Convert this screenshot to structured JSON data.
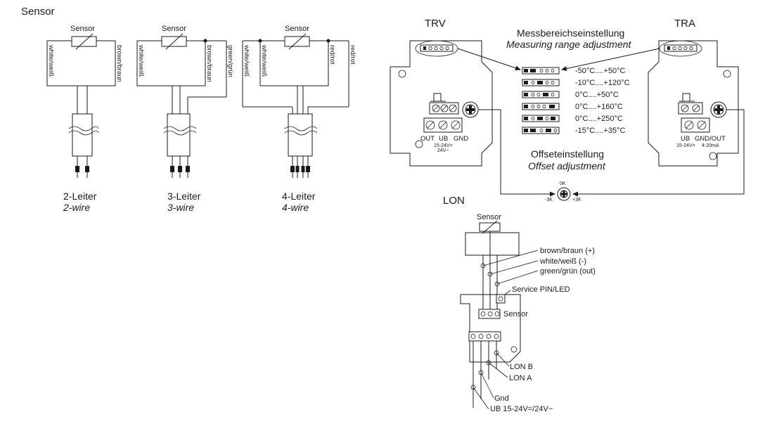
{
  "sensor_section": {
    "title": "Sensor",
    "variants": [
      {
        "label_de": "2-Leiter",
        "label_en": "2-wire",
        "sensor_label": "Sensor",
        "wires": [
          "white/weiß",
          "brown/braun"
        ]
      },
      {
        "label_de": "3-Leiter",
        "label_en": "3-wire",
        "sensor_label": "Sensor",
        "wires": [
          "white/weiß",
          "brown/braun",
          "green/grün"
        ]
      },
      {
        "label_de": "4-Leiter",
        "label_en": "4-wire",
        "sensor_label": "Sensor",
        "wires": [
          "white/weiß",
          "white/weiß",
          "red/rot",
          "red/rot"
        ]
      }
    ]
  },
  "trv": {
    "title": "TRV",
    "terminals": [
      "OUT",
      "UB",
      "GND"
    ],
    "supply": "15-24V=",
    "supply2": "24V~"
  },
  "tra": {
    "title": "TRA",
    "terminals": [
      "UB",
      "GND/OUT"
    ],
    "supply": "15-24V=",
    "output": "4-20mA"
  },
  "range": {
    "title_de": "Messbereichseinstellung",
    "title_en": "Measuring range adjustment",
    "ranges": [
      "-50°C....+50°C",
      "-10°C....+120°C",
      "0°C....+50°C",
      "0°C....+160°C",
      "0°C....+250°C",
      "-15°C....+35°C"
    ]
  },
  "offset": {
    "title_de": "Offseteinstellung",
    "title_en": "Offset adjustment",
    "zero": "0K",
    "minus": "-3K",
    "plus": "+3K"
  },
  "lon": {
    "title": "LON",
    "sensor_label": "Sensor",
    "wire_brown": "brown/braun (+)",
    "wire_white": "white/weiß (-)",
    "wire_green": "green/grün (out)",
    "service": "Service PIN/LED",
    "terminal_sensor": "Sensor",
    "lon_b": "LON B",
    "lon_a": "LON A",
    "gnd": "Gnd",
    "ub": "UB 15-24V=/24V~"
  }
}
